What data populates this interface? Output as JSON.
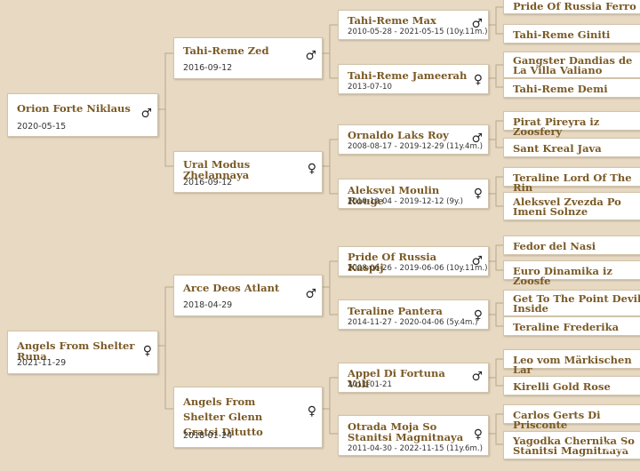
{
  "gen1": [
    {
      "name": "Orion Forte Niklaus",
      "date": "2020-05-15",
      "sex": "♂"
    },
    {
      "name": "Angels From Shelter Runa",
      "date": "2021-11-29",
      "sex": "♀"
    }
  ],
  "gen2": [
    {
      "name": "Tahi-Reme Zed",
      "date": "2016-09-12",
      "sex": "♂"
    },
    {
      "name": "Ural Modus Zhelannaya",
      "date": "2016-09-12",
      "sex": "♀"
    },
    {
      "name": "Arce Deos Atlant",
      "date": "2018-04-29",
      "sex": "♂"
    },
    {
      "name": "Angels From Shelter Glenn Gratsi Ditutto",
      "date": "2018-01-24",
      "sex": "♀"
    }
  ],
  "gen3": [
    {
      "name": "Tahi-Reme Max",
      "date": "2010-05-28 - 2021-05-15 (10y.11m.)",
      "sex": "♂"
    },
    {
      "name": "Tahi-Reme Jameerah",
      "date": "2013-07-10",
      "sex": "♀"
    },
    {
      "name": "Ornaldo Laks Roy",
      "date": "2008-08-17 - 2019-12-29 (11y.4m.)",
      "sex": "♂"
    },
    {
      "name": "Aleksvel Moulin Rouge",
      "date": "2010-12-04 - 2019-12-12 (9y.)",
      "sex": "♀"
    },
    {
      "name": "Pride Of Russia Kaspij",
      "date": "2008-06-26 - 2019-06-06 (10y.11m.)",
      "sex": "♂"
    },
    {
      "name": "Teraline Pantera",
      "date": "2014-11-27 - 2020-04-06 (5y.4m.)",
      "sex": "♀"
    },
    {
      "name": "Appel Di Fortuna Volf",
      "date": "2011-01-21",
      "sex": "♂"
    },
    {
      "name": "Otrada Moja So Stanitsi Magnitnaya",
      "date": "2011-04-30 - 2022-11-15 (11y.6m.)",
      "sex": "♀"
    }
  ],
  "gen4": [
    "Pride Of Russia Ferro",
    "Tahi-Reme Giniti",
    "Gangster Dandias de La Villa Valiano",
    "Tahi-Reme Demi",
    "Pirat Pireyra iz Zoosfery",
    "Sant Kreal Java",
    "Teraline Lord Of The Rin",
    "Aleksvel Zvezda Po Imeni Solnze",
    "Fedor del Nasi",
    "Euro Dinamika iz Zoosfe",
    "Get To The Point Devil Inside",
    "Teraline Frederika",
    "Leo vom Märkischen Lar",
    "Kirelli Gold Rose",
    "Carlos Gerts Di Prisconte",
    "Yagodka Chernika So Stanitsi Magnitnaya"
  ],
  "watermark": "Avito"
}
